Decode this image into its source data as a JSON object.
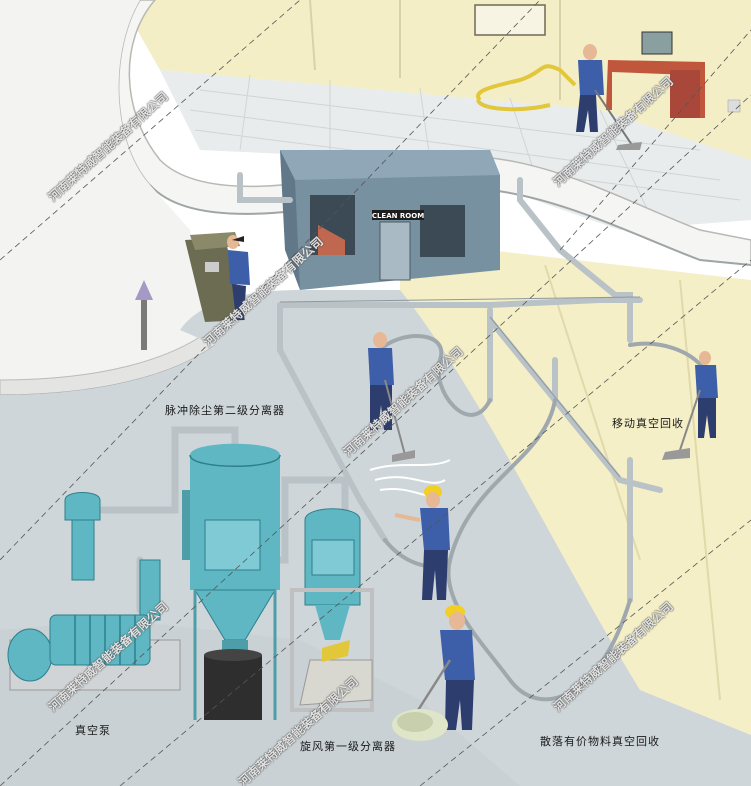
{
  "labels": {
    "pulse_separator": "脉冲除尘第二级分离器",
    "mobile_recovery": "移动真空回收",
    "vacuum_pump": "真空泵",
    "cyclone_separator": "旋风第一级分离器",
    "scattered_material": "散落有价物料真空回收",
    "clean_room": "CLEAN ROOM"
  },
  "watermark": "河南莱特威智能装备有限公司",
  "colors": {
    "wall": "#f3eec6",
    "floor": "#cfd6d9",
    "equipment": "#5fb7c4",
    "pipe": "#b9c2c6",
    "worker_shirt": "#3d5ea8",
    "hardhat": "#f2cf24"
  }
}
